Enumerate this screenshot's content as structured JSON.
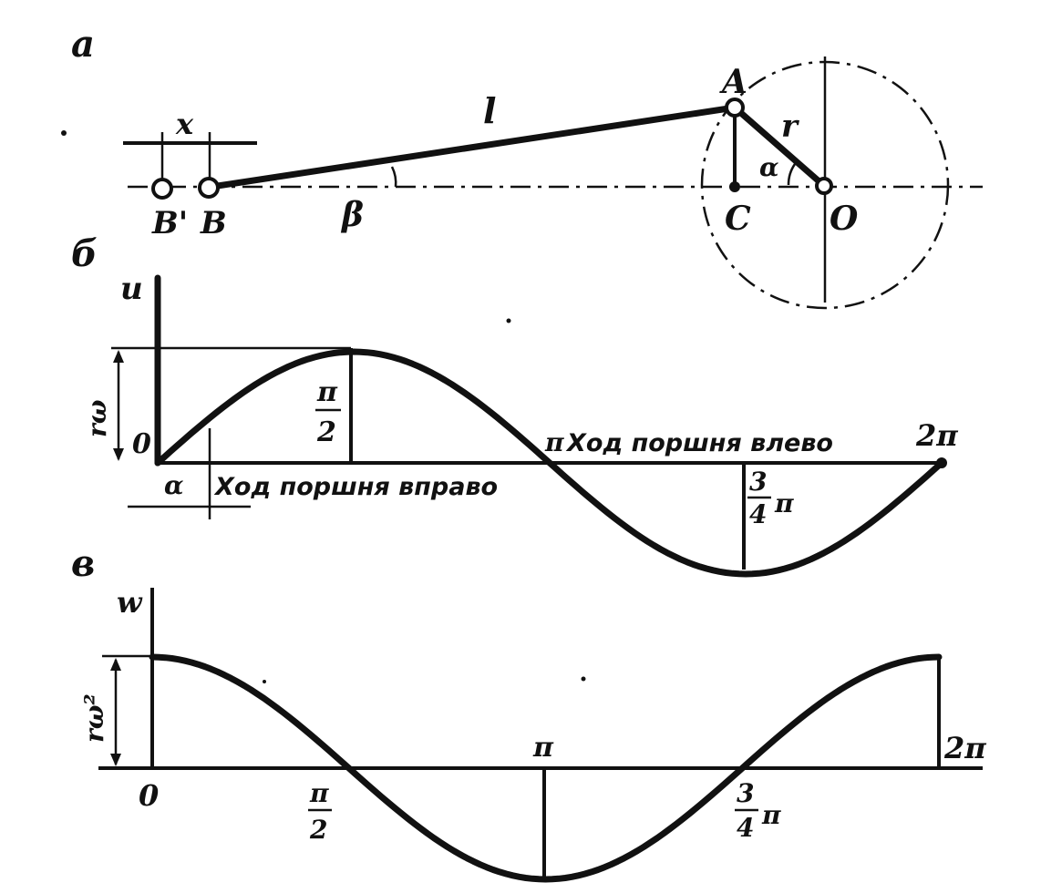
{
  "panels": {
    "a": {
      "label": "а",
      "x_label": "x",
      "l_label": "l",
      "r_label": "r",
      "alpha_label": "α",
      "beta_label": "β",
      "point_A": "A",
      "point_B": "B",
      "point_B_prime": "B'",
      "point_C": "C",
      "point_O": "O"
    },
    "b": {
      "label": "б",
      "y_axis_label": "u",
      "amplitude_label": "rω",
      "origin_label": "0",
      "alpha_label": "α",
      "half_pi_num": "π",
      "half_pi_den": "2",
      "pi_label": "π",
      "two_pi_label": "2π",
      "three_q_num": "3",
      "three_q_den": "4",
      "three_q_pi": "π",
      "stroke_right": "Ход поршня вправо",
      "stroke_left": "Ход поршня влево"
    },
    "c": {
      "label": "в",
      "y_axis_label": "w",
      "amplitude_label": "rω²",
      "origin_label": "0",
      "half_pi_num": "π",
      "half_pi_den": "2",
      "pi_label": "π",
      "two_pi_label": "2π",
      "three_q_num": "3",
      "three_q_den": "4",
      "three_q_pi": "π"
    }
  },
  "curves": {
    "velocity": {
      "function": "sin",
      "period": "2π"
    },
    "acceleration": {
      "function": "cos",
      "period": "2π"
    }
  }
}
